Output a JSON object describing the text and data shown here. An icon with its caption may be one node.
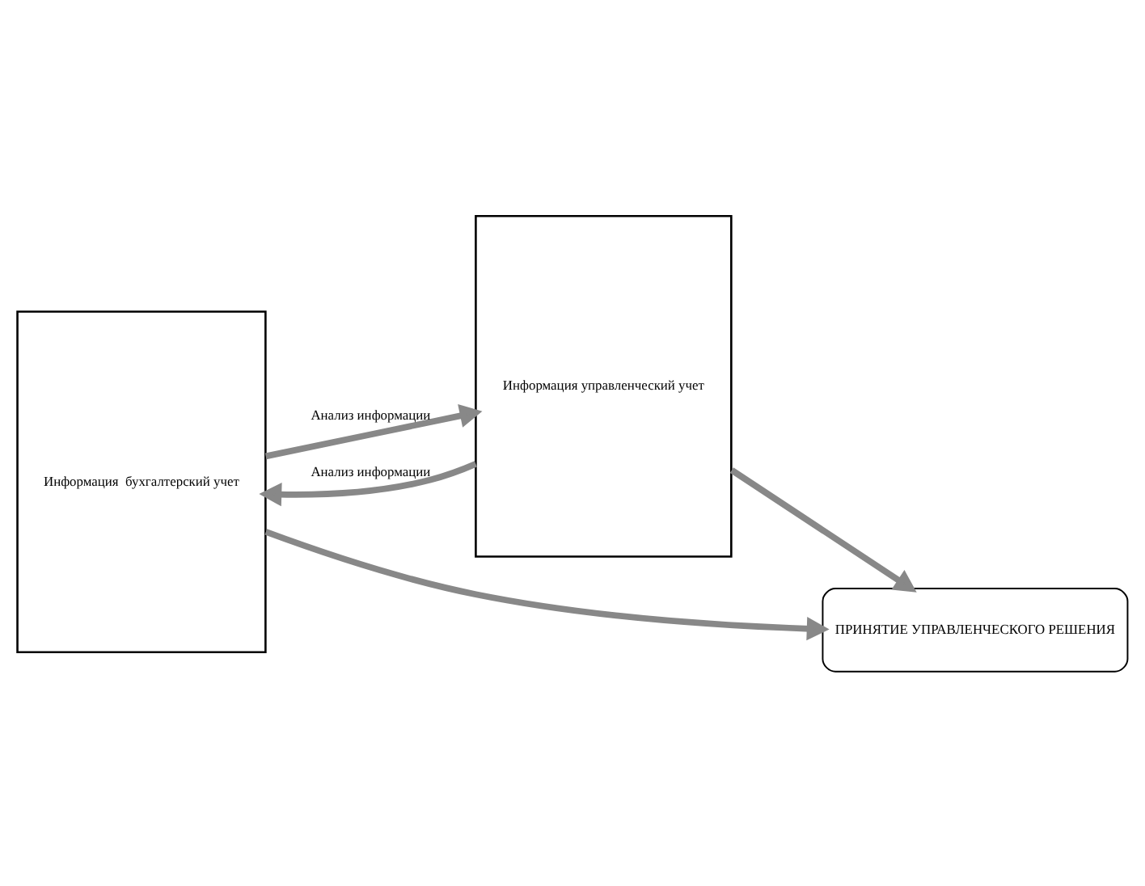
{
  "diagram": {
    "nodes": [
      {
        "text": [
          "Информация  бухгалтерский учет"
        ]
      },
      {
        "text": [
          "Информация управленческий учет"
        ]
      },
      {
        "text": [
          "ПРИНЯТИЕ УПРАВЛЕНЧЕСКОГО РЕШЕНИЯ"
        ]
      }
    ],
    "edges": [
      {
        "from": 0,
        "to": 1,
        "arrow": "to",
        "label": "Анализ информации"
      },
      {
        "from": 0,
        "to": 2,
        "arrow": "to"
      },
      {
        "from": 1,
        "to": 2,
        "arrow": "to"
      },
      {
        "from": 1,
        "to": 0,
        "arrow": "to",
        "label": "Анализ информации"
      }
    ]
  }
}
